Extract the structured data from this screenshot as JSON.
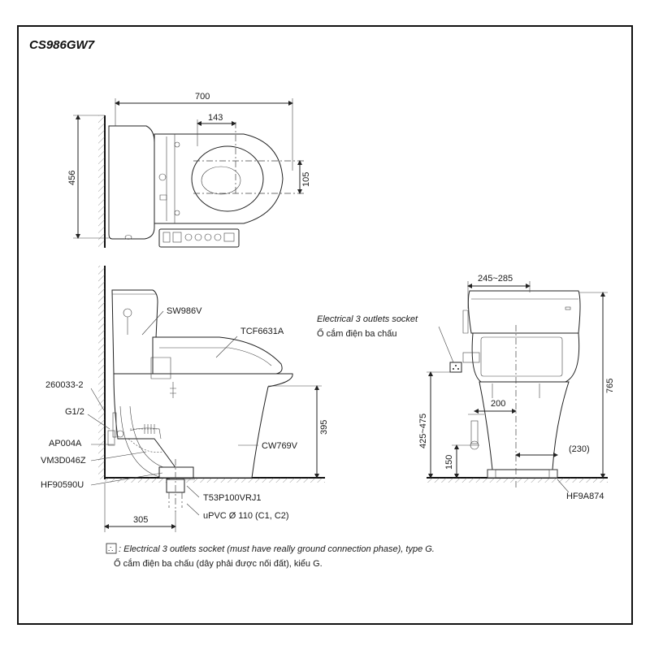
{
  "title": "CS986GW7",
  "top_view": {
    "dim_width": "700",
    "dim_depth": "456",
    "dim_offset": "143",
    "dim_side": "105"
  },
  "side_view": {
    "labels": {
      "seat": "SW986V",
      "cover": "TCF6631A",
      "bowl": "CW769V",
      "part1": "260033-2",
      "part2": "G1/2",
      "part3": "AP004A",
      "part4": "VM3D046Z",
      "part5": "HF90590U",
      "flange": "T53P100VRJ1",
      "pipe": "uPVC Ø 110 (C1, C2)"
    },
    "dim_height": "395",
    "dim_offset": "305"
  },
  "front_view": {
    "socket_label_en": "Electrical 3 outlets socket",
    "socket_label_vi": "Ổ cắm điện ba chấu",
    "dim_top": "245~285",
    "dim_total_height": "765",
    "dim_inlet_height": "425~475",
    "dim_inlet_width": "200",
    "dim_floor": "150",
    "dim_side": "(230)",
    "part": "HF9A874"
  },
  "note": {
    "symbol": "∴",
    "line_en": ": Electrical 3 outlets socket (must have really ground connection phase), type G.",
    "line_vi": "Ổ cắm điện ba chấu (dây phải được nối đất), kiểu G."
  }
}
